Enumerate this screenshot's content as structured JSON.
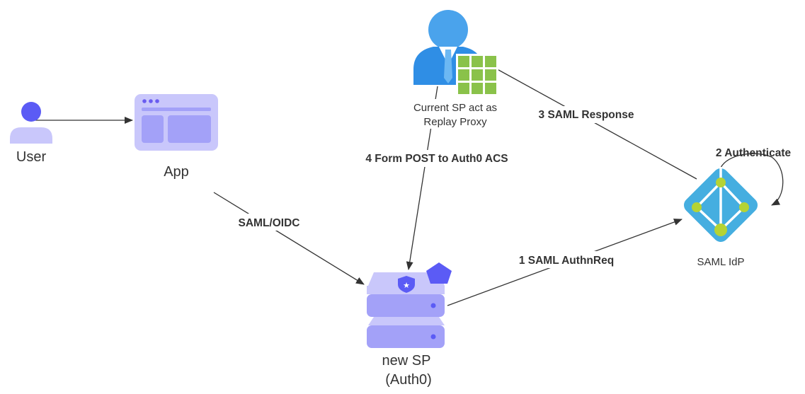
{
  "colors": {
    "line": "#333333",
    "purple": "#5b5bf5",
    "lavender": "#c9c7fb",
    "lavender_dark": "#a3a1f8",
    "blue": "#2f8ee5",
    "blue_light": "#6cb8f3",
    "green": "#8ac24a",
    "idp_blue": "#45aee0",
    "idp_node": "#b5d334"
  },
  "nodes": {
    "user": {
      "label": "User",
      "icon": "user-icon"
    },
    "app": {
      "label": "App",
      "icon": "app-window-icon"
    },
    "proxy": {
      "label_line1": "Current SP act as",
      "label_line2": "Replay Proxy",
      "icon": "proxy-user-grid-icon"
    },
    "idp": {
      "label": "SAML IdP",
      "icon": "saml-idp-icon"
    },
    "sp": {
      "label_line1": "new SP",
      "label_line2": "(Auth0)",
      "icon": "auth0-server-icon"
    }
  },
  "edges": {
    "app_to_sp": "SAML/OIDC",
    "sp_to_idp": "1 SAML AuthnReq",
    "idp_self": "2 Authenticate",
    "idp_to_proxy": "3 SAML Response",
    "proxy_to_sp": "4 Form POST to Auth0 ACS"
  }
}
